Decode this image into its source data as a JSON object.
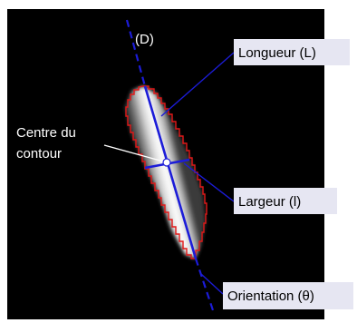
{
  "labels": {
    "axis": "(D)",
    "length": "Longueur (L)",
    "center_line1": "Centre du",
    "center_line2": "contour",
    "width": "Largeur (l)",
    "orientation": "Orientation (θ)"
  },
  "colors": {
    "background": "#000000",
    "contour": "#e21818",
    "axis_line": "#1c1cd8",
    "label_box": "#e6e6f2",
    "label_text": "#000000",
    "white_text": "#ffffff"
  }
}
